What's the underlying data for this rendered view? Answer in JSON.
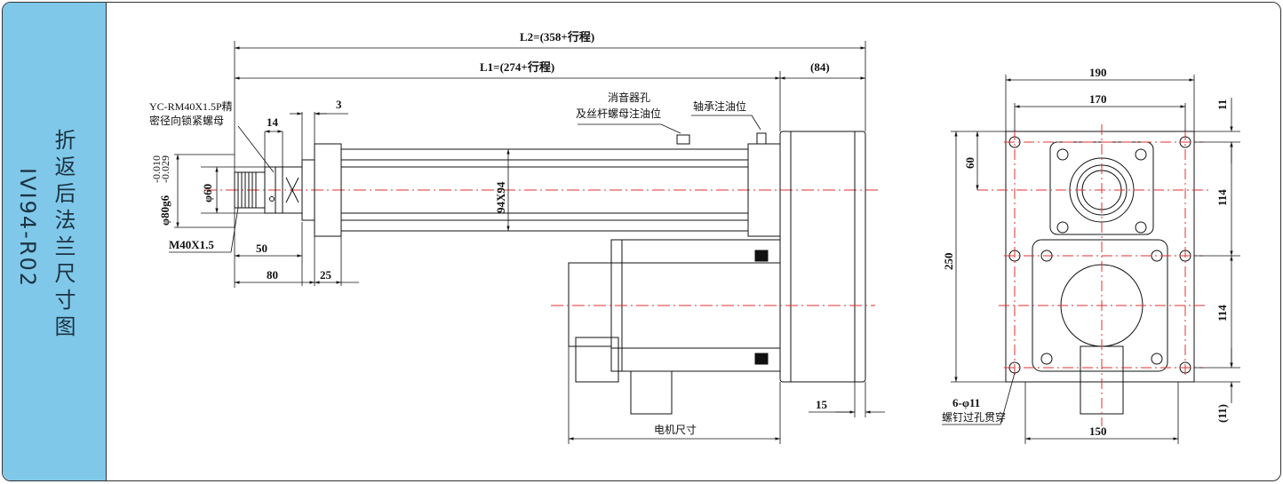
{
  "sidebar": {
    "title": "折返后法兰尺寸图",
    "model": "IVI94-R02",
    "color": "#7fc8ea"
  },
  "dimensions": {
    "l2": "L2=(358+行程)",
    "l1": "L1=(274+行程)",
    "d84": "(84)",
    "d3": "3",
    "d14": "14",
    "nut_note_1": "YC-RM40X1.5P精",
    "nut_note_2": "密径向锁紧螺母",
    "d_phi80": "φ80g6(-0.010/-0.029)",
    "d_phi80_main": "φ80g6",
    "d_phi80_tol_up": "-0.010",
    "d_phi80_tol_low": "-0.029",
    "d_phi60": "φ60",
    "thread": "M40X1.5",
    "d50": "50",
    "d80": "80",
    "d25": "25",
    "tube": "94X94",
    "muffler_1": "消音器孔",
    "muffler_2": "及丝杆螺母注油位",
    "bearing_oil": "轴承注油位",
    "d15": "15",
    "motor_size": "电机尺寸",
    "d190": "190",
    "d170": "170",
    "d11": "11",
    "d60": "60",
    "d114a": "114",
    "d250": "250",
    "d114b": "114",
    "d11b": "(11)",
    "holes": "6-φ11",
    "holes_note": "螺钉过孔贯穿",
    "d150": "150"
  },
  "colors": {
    "line": "#111111",
    "center": "#e03030",
    "accent": "#7fc8ea"
  }
}
